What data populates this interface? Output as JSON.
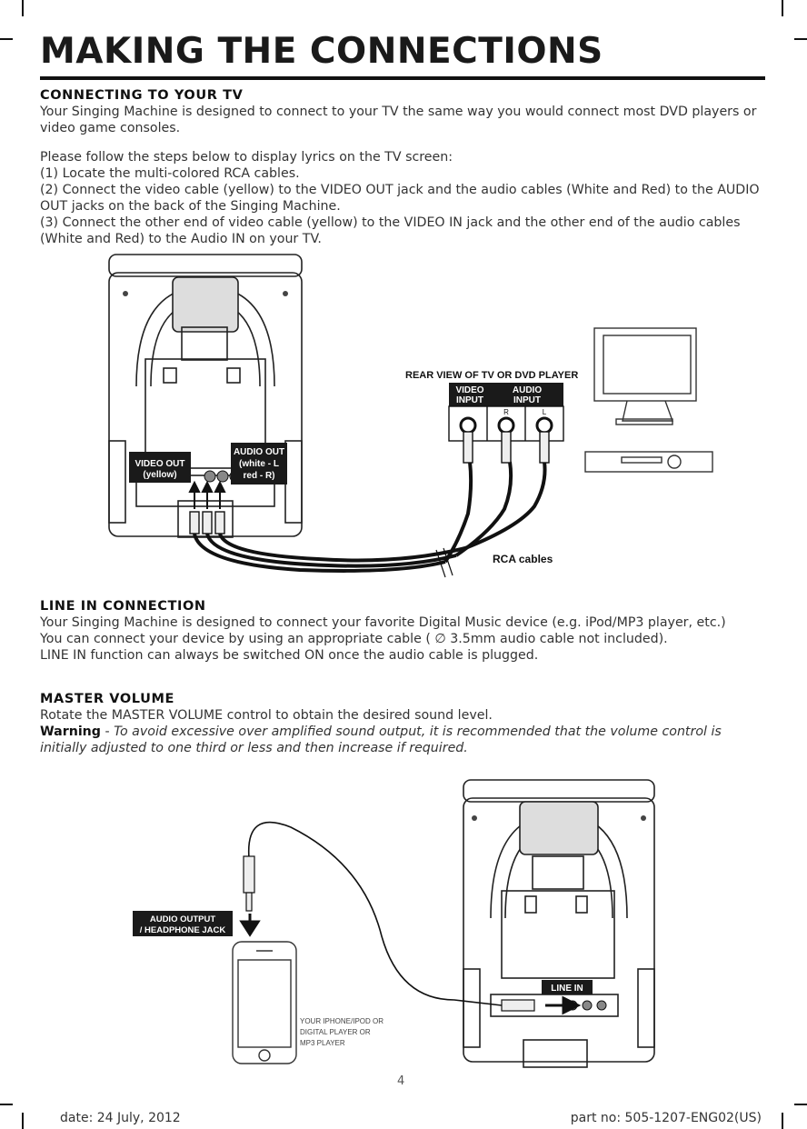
{
  "title": "MAKING THE CONNECTIONS",
  "tv": {
    "heading": "CONNECTING TO YOUR TV",
    "intro": "Your Singing Machine is designed to connect to your TV the same way you would connect most DVD players or video game consoles.",
    "lead": "Please follow the steps below to display lyrics on the TV screen:",
    "step1": "(1) Locate the multi-colored RCA cables.",
    "step2": "(2) Connect the video cable (yellow) to the VIDEO OUT jack and the audio cables (White and Red) to the AUDIO OUT jacks on the back of the Singing Machine.",
    "step3": "(3) Connect the other end of video cable (yellow) to the VIDEO IN jack and the other end of the audio cables (White and Red) to the Audio IN on your TV."
  },
  "fig1": {
    "rear_view": "REAR VIEW OF TV OR DVD PLAYER",
    "video_input_1": "VIDEO",
    "video_input_2": "INPUT",
    "audio_input_1": "AUDIO",
    "audio_input_2": "INPUT",
    "r": "R",
    "l": "L",
    "video_out_1": "VIDEO OUT",
    "video_out_2": "(yellow)",
    "audio_out_1": "AUDIO OUT",
    "audio_out_2": "(white - L",
    "audio_out_3": "red - R)",
    "rca": "RCA cables"
  },
  "linein": {
    "heading": "LINE IN CONNECTION",
    "p1": "Your Singing Machine is designed to connect your favorite Digital Music device (e.g. iPod/MP3 player, etc.)",
    "p2": "You can connect your device by using an appropriate cable ( ∅ 3.5mm audio cable not included).",
    "p3": "LINE IN function can always be switched ON once the audio cable is plugged."
  },
  "master": {
    "heading": "MASTER VOLUME",
    "p1": "Rotate the MASTER VOLUME control to obtain the desired sound level.",
    "warning_label": "Warning",
    "warning_dash": " - ",
    "warning_text": "To avoid excessive over amplified sound output, it is recommended that the volume control is initially adjusted to one third or less and then increase if required."
  },
  "fig2": {
    "audio_output_1": "AUDIO OUTPUT",
    "audio_output_2": "/ HEADPHONE JACK",
    "line_in": "LINE IN",
    "device_1": "YOUR IPHONE/IPOD OR",
    "device_2": "DIGITAL PLAYER OR",
    "device_3": "MP3 PLAYER"
  },
  "page_number": "4",
  "footer": {
    "date": "date: 24 July, 2012",
    "part": "part no: 505-1207-ENG02(US)"
  }
}
